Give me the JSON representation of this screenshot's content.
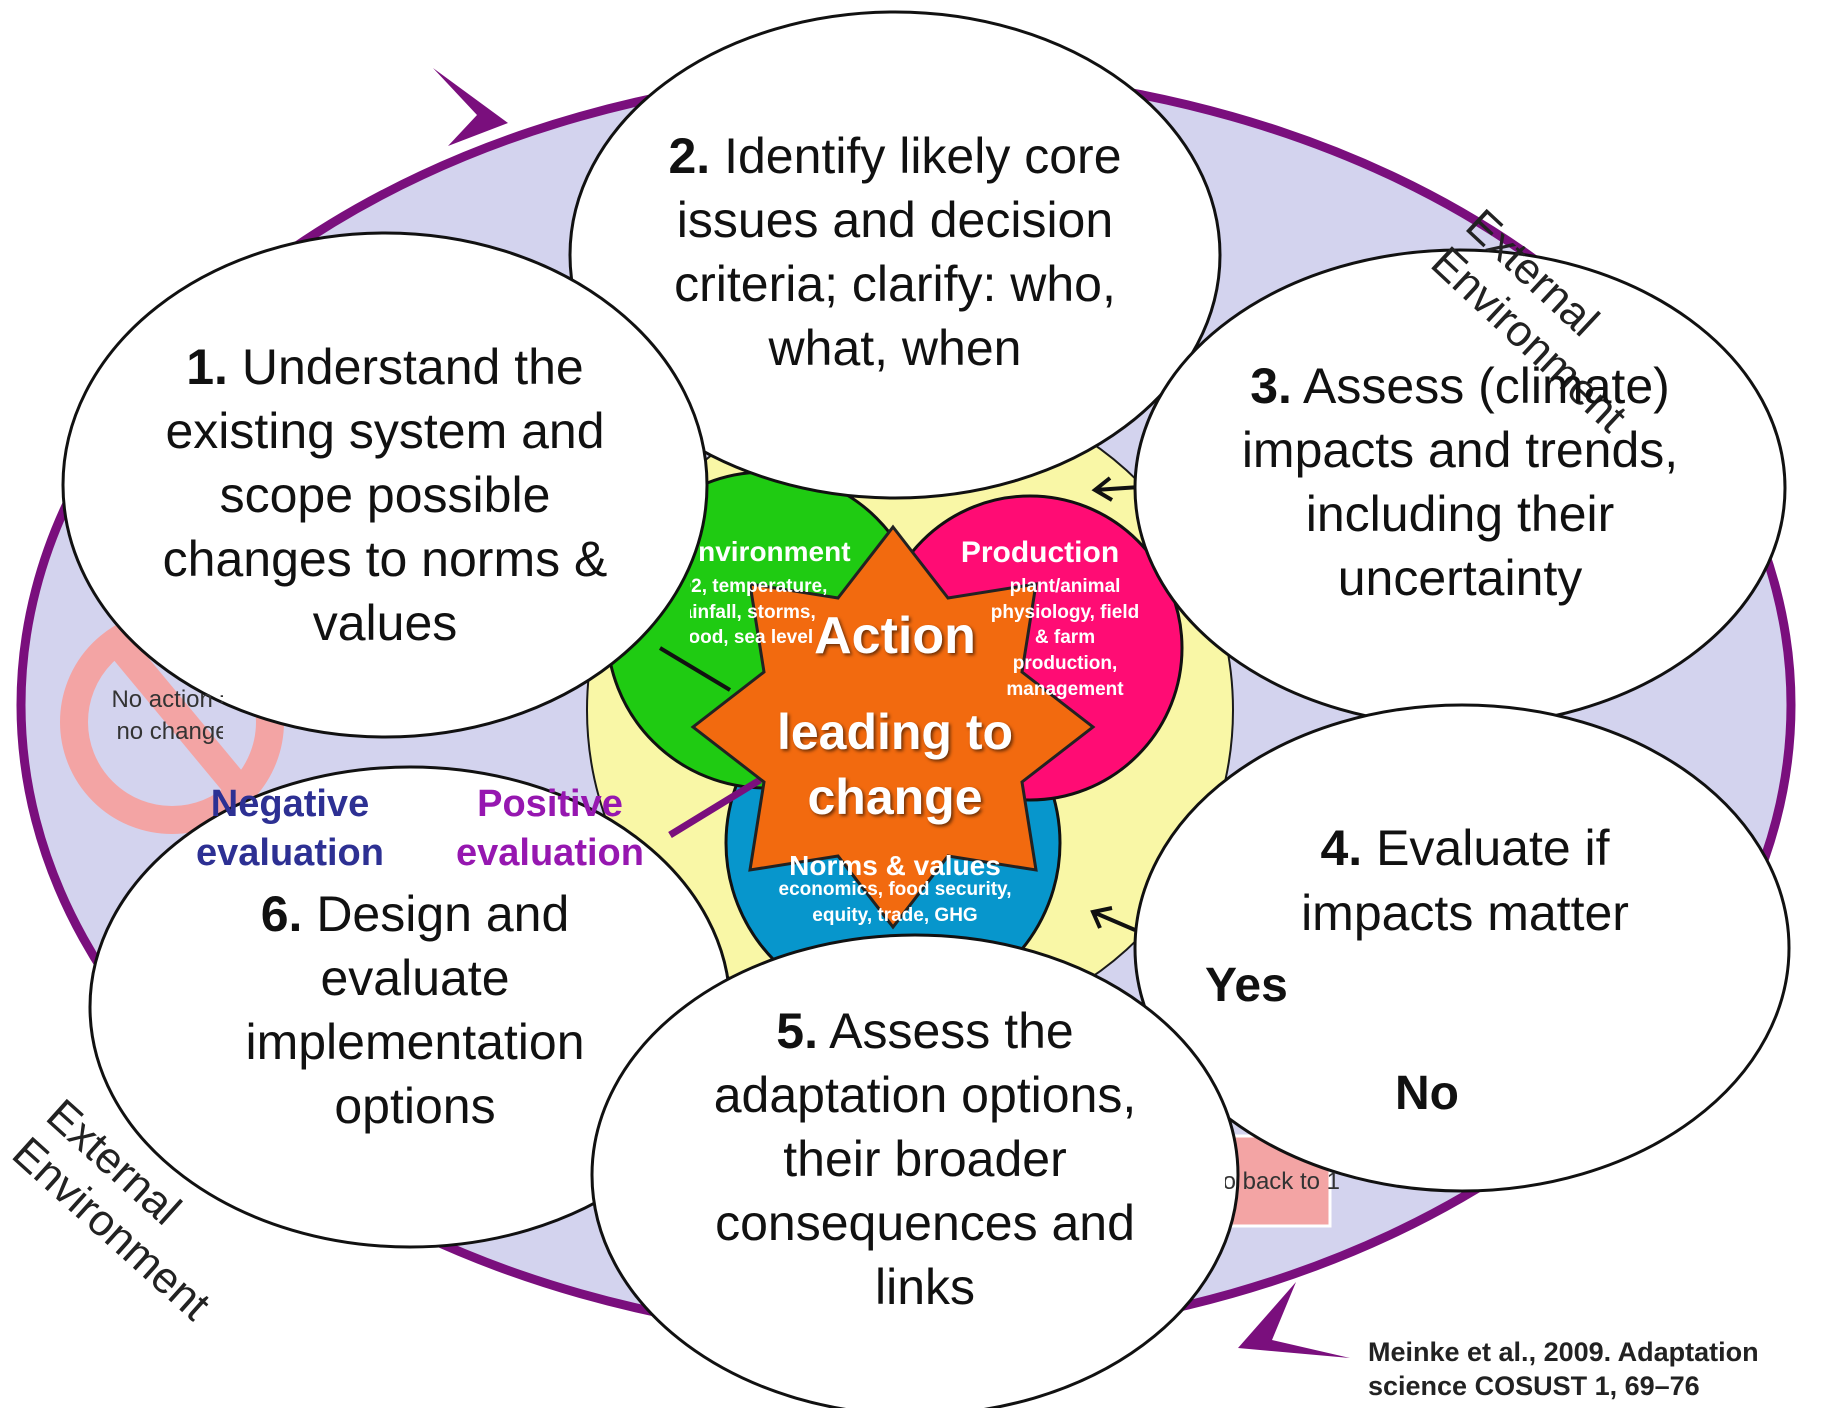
{
  "colors": {
    "outer_ring_fill": "#d3d3ee",
    "outer_ring_stroke": "#7a0f7d",
    "arrow": "#7a0f7d",
    "yellow_disc": "#f9f7a6",
    "environment_circle": "#1fcb12",
    "production_circle": "#ff0c74",
    "norms_circle": "#0796cc",
    "action_star": "#f26a0f",
    "negative_eval": "#2d3093",
    "positive_eval": "#9617b0",
    "no_action_sign": "#f3a4a4"
  },
  "steps": {
    "s1": {
      "num": "1.",
      "text": "Understand the existing system and scope possible changes to norms & values"
    },
    "s2": {
      "num": "2.",
      "text": "Identify likely core issues and decision criteria; clarify: who, what, when"
    },
    "s3": {
      "num": "3.",
      "text": "Assess (climate) impacts and trends, including their uncertainty"
    },
    "s4": {
      "num": "4.",
      "text": "Evaluate if impacts matter"
    },
    "s5": {
      "num": "5.",
      "text": "Assess the adaptation options, their broader consequences and links"
    },
    "s6": {
      "num": "6.",
      "text": "Design and evaluate implementation options"
    }
  },
  "decision": {
    "yes": "Yes",
    "no": "No"
  },
  "evaluation": {
    "negative": "Negative evaluation",
    "positive": "Positive evaluation"
  },
  "center": {
    "action_title": "Action",
    "action_sub": "leading to change",
    "environment": {
      "title": "Environment",
      "sub": "CO2, temperature, rainfall, storms, flood, sea level"
    },
    "production": {
      "title": "Production",
      "sub": "plant/animal physiology, field & farm production, management"
    },
    "norms": {
      "title": "Norms & values",
      "sub": "economics, food security, equity, trade, GHG"
    }
  },
  "side_boxes": {
    "no_action": "No action = no change",
    "back_to_1": "Go back to 1"
  },
  "external_label": "External Environment",
  "citation": "Meinke et al., 2009. Adaptation science COSUST 1, 69–76"
}
